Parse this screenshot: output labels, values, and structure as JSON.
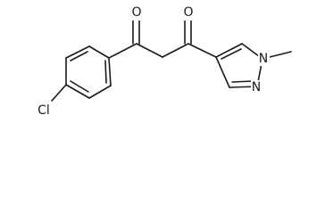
{
  "structure": {
    "atoms": {
      "carbonyl_oxygen_left": "O",
      "carbonyl_oxygen_right": "O",
      "chlorine": "Cl",
      "pyrazole_n1": "N",
      "pyrazole_n2": "N"
    }
  }
}
